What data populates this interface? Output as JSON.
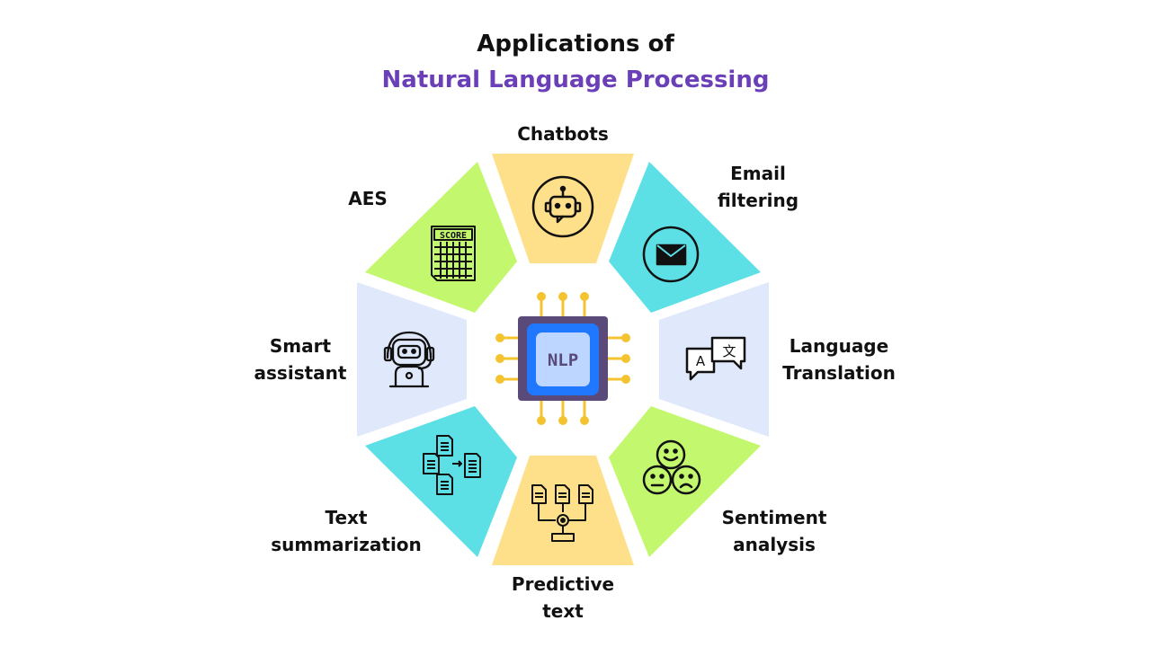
{
  "title": {
    "line1": "Applications of",
    "line2": "Natural Language Processing"
  },
  "center": {
    "chip_label": "NLP"
  },
  "segments": {
    "chatbots": {
      "label": "Chatbots",
      "color": "#ffe08a",
      "icon": "robot-icon"
    },
    "email": {
      "label": "Email\nfiltering",
      "color": "#5ce0e6",
      "icon": "envelope-icon"
    },
    "translation": {
      "label": "Language\nTranslation",
      "color": "#e0e8fb",
      "icon": "translate-bubbles-icon"
    },
    "sentiment": {
      "label": "Sentiment\nanalysis",
      "color": "#c3f76e",
      "icon": "emotion-faces-icon"
    },
    "predictive": {
      "label": "Predictive\ntext",
      "color": "#ffe08a",
      "icon": "document-flow-icon"
    },
    "summarization": {
      "label": "Text\nsummarization",
      "color": "#5ce0e6",
      "icon": "documents-summary-icon"
    },
    "assistant": {
      "label": "Smart\nassistant",
      "color": "#e0e8fb",
      "icon": "headset-robot-icon"
    },
    "aes": {
      "label": "AES",
      "color": "#c3f76e",
      "icon": "score-sheet-icon",
      "icon_text": "SCORE"
    }
  },
  "colors": {
    "chip_outer": "#1f78ff",
    "chip_inner": "#bcd6ff",
    "chip_frame": "#5a4a7a",
    "chip_pins": "#f4c430",
    "chip_text": "#5a4a7a"
  }
}
